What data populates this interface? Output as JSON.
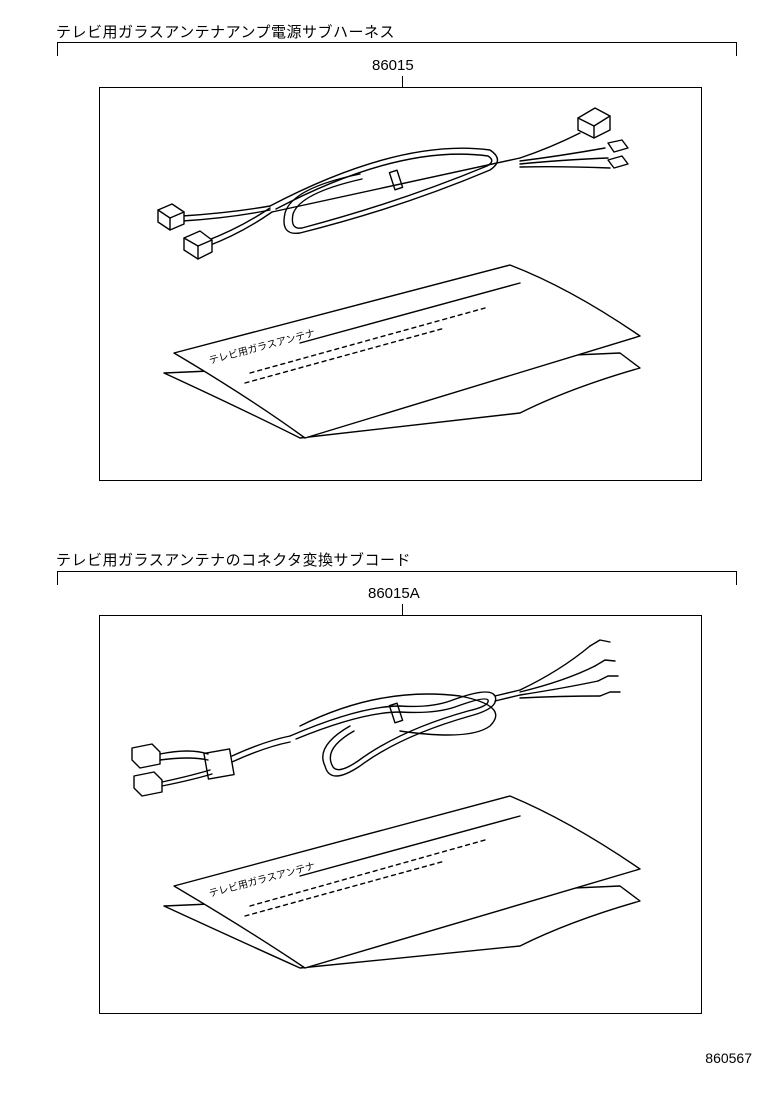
{
  "sections": [
    {
      "title": "テレビ用ガラスアンテナアンプ電源サブハーネス",
      "part_number": "86015",
      "manual_label": "テレビ用ガラスアンテナ"
    },
    {
      "title": "テレビ用ガラスアンテナのコネクタ変換サブコード",
      "part_number": "86015A",
      "manual_label": "テレビ用ガラスアンテナ"
    }
  ],
  "drawing_id": "860567"
}
